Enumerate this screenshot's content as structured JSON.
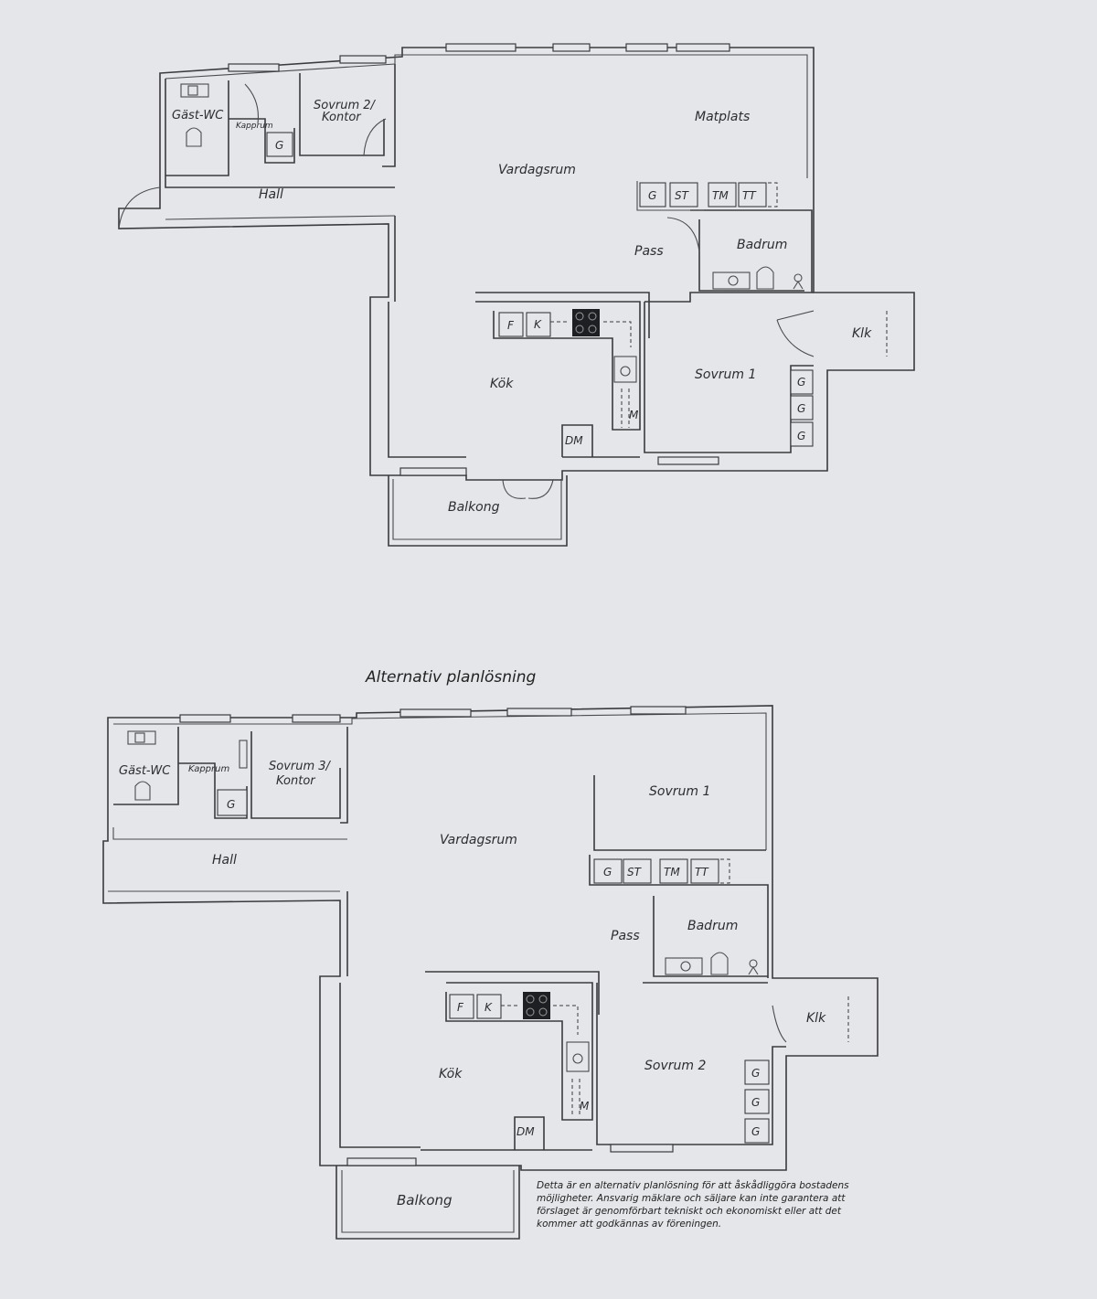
{
  "plan1": {
    "rooms": {
      "gast_wc": "Gäst-WC",
      "kapprum": "Kapprum",
      "sovrum2": "Sovrum 2/",
      "kontor": "Kontor",
      "matplats": "Matplats",
      "vardagsrum": "Vardagsrum",
      "hall": "Hall",
      "pass": "Pass",
      "badrum": "Badrum",
      "kok": "Kök",
      "sovrum1": "Sovrum 1",
      "klk": "Klk",
      "balkong": "Balkong"
    },
    "fixtures": {
      "g_hall": "G",
      "g_pass": "G",
      "st": "ST",
      "tm": "TM",
      "tt": "TT",
      "f": "F",
      "k": "K",
      "m": "M",
      "dm": "DM",
      "g_s1a": "G",
      "g_s1b": "G",
      "g_s1c": "G"
    }
  },
  "plan2_title": "Alternativ planlösning",
  "plan2": {
    "rooms": {
      "gast_wc": "Gäst-WC",
      "kapprum": "Kapprum",
      "sovrum3": "Sovrum 3/",
      "kontor": "Kontor",
      "sovrum1": "Sovrum 1",
      "vardagsrum": "Vardagsrum",
      "hall": "Hall",
      "pass": "Pass",
      "badrum": "Badrum",
      "kok": "Kök",
      "klk": "Klk",
      "sovrum2": "Sovrum 2",
      "balkong": "Balkong"
    },
    "fixtures": {
      "g_hall": "G",
      "g_pass": "G",
      "st": "ST",
      "tm": "TM",
      "tt": "TT",
      "f": "F",
      "k": "K",
      "m": "M",
      "dm": "DM",
      "g_s2a": "G",
      "g_s2b": "G",
      "g_s2c": "G"
    }
  },
  "disclaimer": "Detta är en alternativ planlösning för att åskådliggöra bostadens möjligheter. Ansvarig mäklare och säljare kan inte garantera att förslaget är genomförbart tekniskt och ekonomiskt eller att det kommer att godkännas av föreningen."
}
